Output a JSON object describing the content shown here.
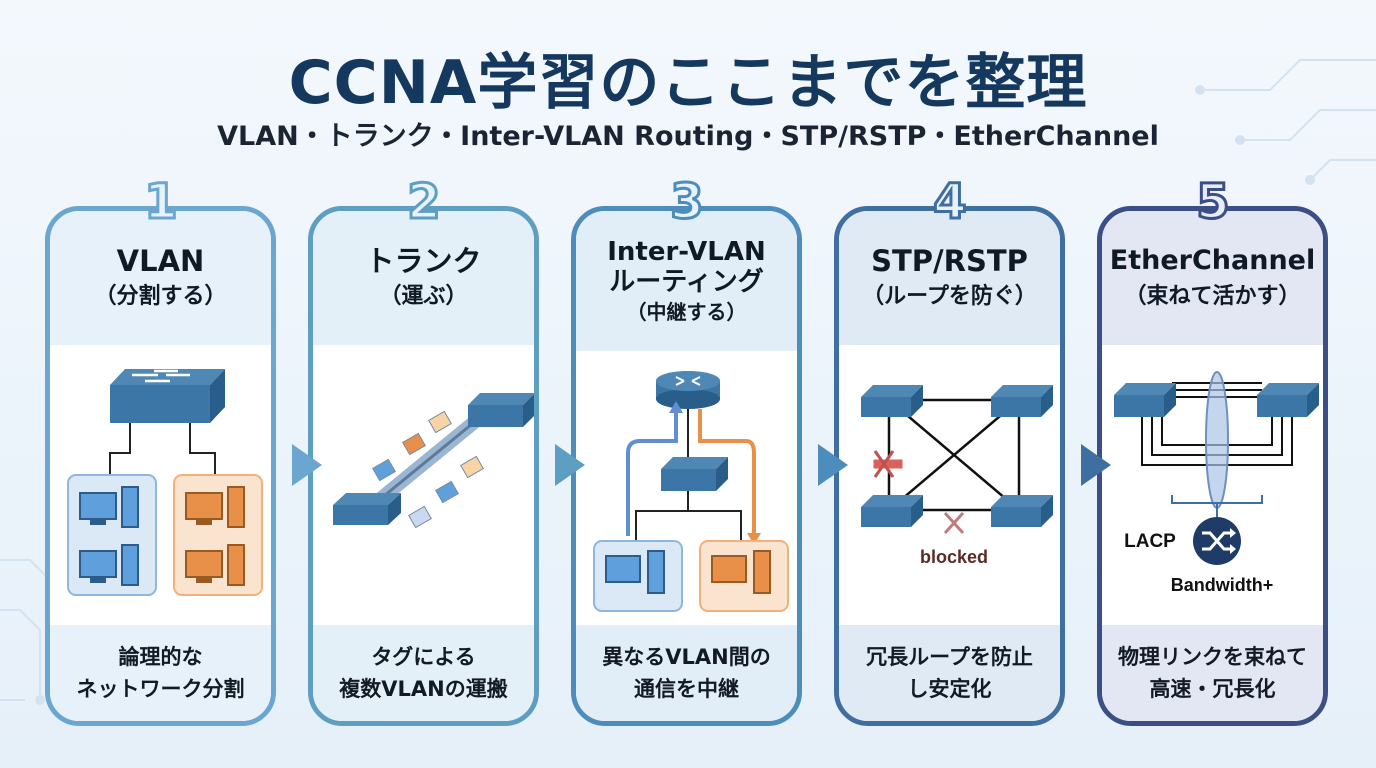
{
  "title": "CCNA学習のここまでを整理",
  "subtitle": "VLAN・トランク・Inter-VLAN Routing・STP/RSTP・EtherChannel",
  "colors": {
    "title": "#14385e",
    "card1_border": "#6aa6cf",
    "card2_border": "#5e9ec0",
    "card3_border": "#4d8dbb",
    "card4_border": "#3f6ea0",
    "card5_border": "#3b4f86",
    "vlan_blue": "#5f9fdc",
    "vlan_orange": "#e8904a",
    "blocked_red": "#c0504d"
  },
  "steps": [
    {
      "number": "1",
      "title": "VLAN",
      "subtitle": "（分割する）",
      "description_line1": "論理的な",
      "description_line2": "ネットワーク分割",
      "icon": "switch-with-two-vlan-groups-icon"
    },
    {
      "number": "2",
      "title": "トランク",
      "subtitle": "（運ぶ）",
      "description_line1": "タグによる",
      "description_line2": "複数VLANの運搬",
      "icon": "trunk-link-with-tagged-frames-icon"
    },
    {
      "number": "3",
      "title": "Inter-VLAN",
      "title_line2": "ルーティング",
      "subtitle": "（中継する）",
      "description_line1": "異なるVLAN間の",
      "description_line2": "通信を中継",
      "icon": "router-on-switch-icon"
    },
    {
      "number": "4",
      "title": "STP/RSTP",
      "subtitle": "（ループを防ぐ）",
      "description_line1": "冗長ループを防止",
      "description_line2": "し安定化",
      "icon": "four-switch-mesh-icon",
      "blocked_label": "blocked"
    },
    {
      "number": "5",
      "title": "EtherChannel",
      "subtitle": "（束ねて活かす）",
      "description_line1": "物理リンクを束ねて",
      "description_line2": "高速・冗長化",
      "icon": "bundled-links-icon",
      "lacp_label": "LACP",
      "bandwidth_label": "Bandwidth+"
    }
  ]
}
